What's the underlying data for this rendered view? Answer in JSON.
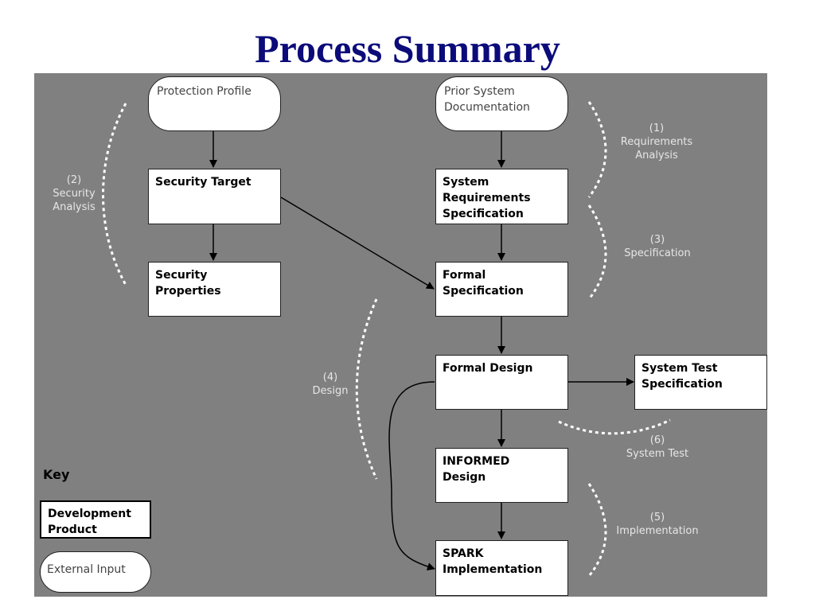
{
  "title": "Process Summary",
  "colors": {
    "title": "#0b0b7a",
    "panel": "#808080",
    "box": "#ffffff",
    "phase_text": "#e6e6e6"
  },
  "inputs": {
    "protection_profile": "Protection Profile",
    "prior_docs": [
      "Prior System",
      "Documentation"
    ]
  },
  "products": {
    "security_target": [
      "Security Target"
    ],
    "security_properties": [
      "Security",
      "Properties"
    ],
    "system_requirements": [
      "System",
      "Requirements",
      "Specification"
    ],
    "formal_specification": [
      "Formal",
      "Specification"
    ],
    "formal_design": [
      "Formal Design"
    ],
    "system_test_spec": [
      "System Test",
      "Specification"
    ],
    "informed_design": [
      "INFORMED",
      "Design"
    ],
    "spark_implementation": [
      "SPARK",
      "Implementation"
    ]
  },
  "phases": {
    "requirements": [
      "(1)",
      "Requirements",
      "Analysis"
    ],
    "security": [
      "(2)",
      "Security",
      "Analysis"
    ],
    "specification": [
      "(3)",
      "Specification"
    ],
    "design": [
      "(4)",
      "Design"
    ],
    "implementation": [
      "(5)",
      "Implementation"
    ],
    "system_test": [
      "(6)",
      "System Test"
    ]
  },
  "key": {
    "title": "Key",
    "development_product": [
      "Development",
      "Product"
    ],
    "external_input": "External Input"
  }
}
